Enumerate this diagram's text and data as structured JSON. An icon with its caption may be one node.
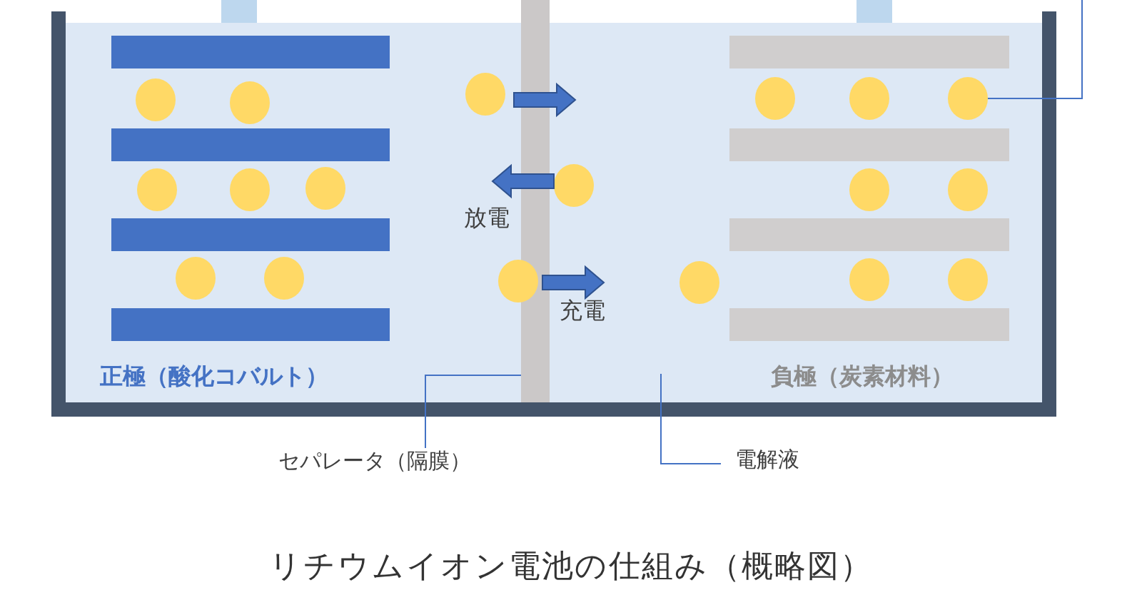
{
  "diagram": {
    "title": "リチウムイオン電池の仕組み（概略図）",
    "nodes": [
      {
        "text": [
          "セパレータ（隔膜）"
        ]
      },
      {
        "text": [],
        "shape": "bar"
      },
      {
        "text": [
          "電解液"
        ]
      },
      {
        "text": [],
        "shape": "box"
      },
      {
        "text": [],
        "shape": "circle",
        "in": 3
      }
    ],
    "edges": [
      {
        "from": 0,
        "to": 1,
        "arrow": "none"
      },
      {
        "from": 2,
        "to": 3,
        "arrow": "none"
      },
      {
        "from": 4,
        "to": null,
        "arrow": "none"
      }
    ],
    "labels": [
      "放電",
      "充電",
      "正極（酸化コバルト）",
      "負極（炭素材料）"
    ]
  }
}
